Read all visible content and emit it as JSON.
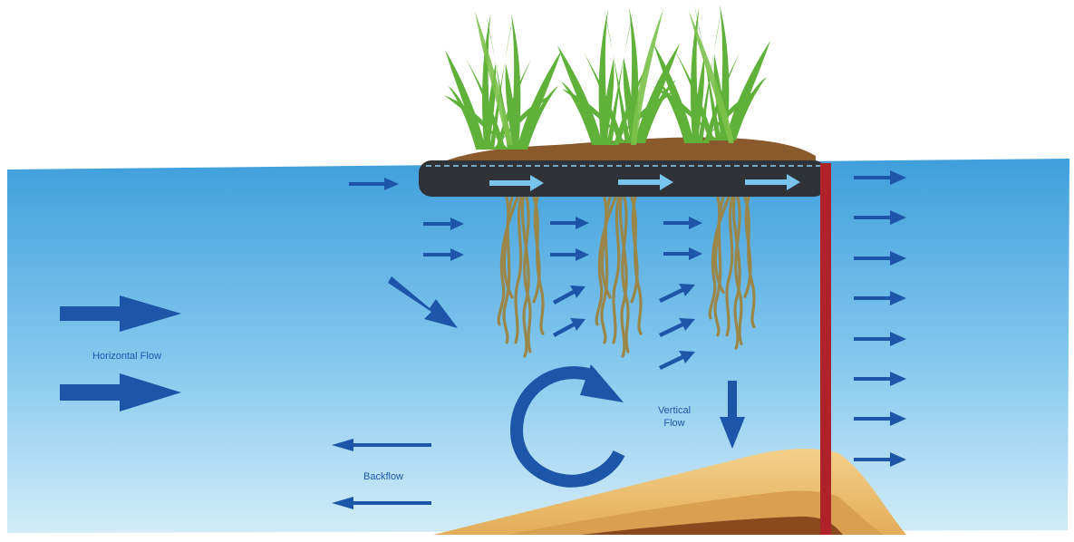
{
  "labels": {
    "horizontal_flow": "Horizontal Flow",
    "vertical_flow_line1": "Vertical",
    "vertical_flow_line2": "Flow",
    "backflow": "Backflow"
  },
  "colors": {
    "water_top": "#3f9fdc",
    "water_bottom": "#cbe8f6",
    "arrow": "#1d56a8",
    "mat": "#2f3236",
    "pipe_arrow": "#78c4ec",
    "soil": "#8a5a2c",
    "roots": "#9a8648",
    "leaves": "#5fb13a",
    "sediment_light": "#f2c77a",
    "sediment_mid": "#d9a052",
    "sediment_dark": "#8a4a1e",
    "stake": "#b0222a"
  }
}
